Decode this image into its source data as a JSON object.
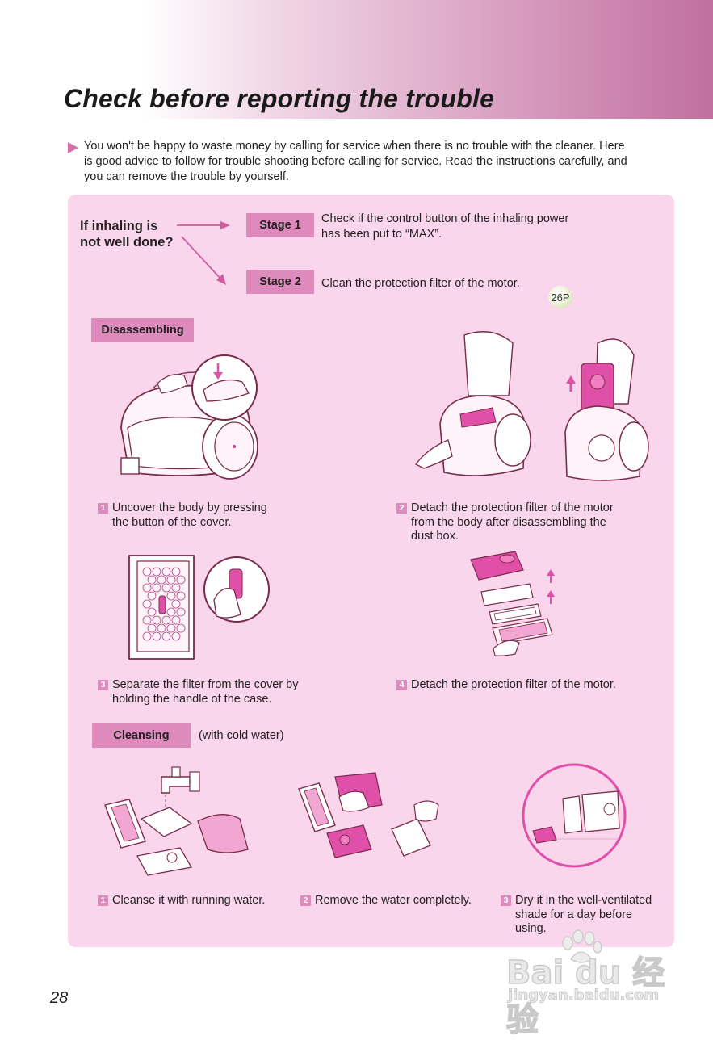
{
  "title": "Check before reporting the trouble",
  "intro": "You won't be happy to waste money by calling for service when there is no trouble with the cleaner. Here is good advice to follow for trouble shooting before calling for service. Read the instructions carefully, and you can remove the trouble by yourself.",
  "question": {
    "line1": "If inhaling is",
    "line2": "not well done?"
  },
  "stages": [
    {
      "label": "Stage 1",
      "text_line1": "Check if the control button of the inhaling power",
      "text_line2": "has been put to “MAX”."
    },
    {
      "label": "Stage 2",
      "text_line1": "Clean the protection filter of the motor.",
      "text_line2": ""
    }
  ],
  "ref_badge": "26P",
  "disassembling": {
    "label": "Disassembling",
    "steps": [
      {
        "num": "1",
        "line1": "Uncover the body by pressing",
        "line2": "the button of the cover.",
        "line3": ""
      },
      {
        "num": "2",
        "line1": "Detach the protection filter of the motor",
        "line2": "from the body after disassembling the",
        "line3": "dust box."
      },
      {
        "num": "3",
        "line1": "Separate the filter from the cover by",
        "line2": "holding the handle of the case.",
        "line3": ""
      },
      {
        "num": "4",
        "line1": "Detach the protection filter of the motor.",
        "line2": "",
        "line3": ""
      }
    ]
  },
  "cleansing": {
    "label": "Cleansing",
    "note": "(with cold water)",
    "steps": [
      {
        "num": "1",
        "line1": "Cleanse it with running water.",
        "line2": "",
        "line3": ""
      },
      {
        "num": "2",
        "line1": "Remove the water completely.",
        "line2": "",
        "line3": ""
      },
      {
        "num": "3",
        "line1": "Dry it in the well-ventilated",
        "line2": "shade for a day before",
        "line3": "using."
      }
    ]
  },
  "page_number": "28",
  "watermark": {
    "brand": "Bai du 经验",
    "url": "jingyan.baidu.com"
  },
  "colors": {
    "accent": "#df8abd",
    "panel": "#f9d6ec",
    "magenta": "#e150a8",
    "line": "#7a2a4a"
  }
}
